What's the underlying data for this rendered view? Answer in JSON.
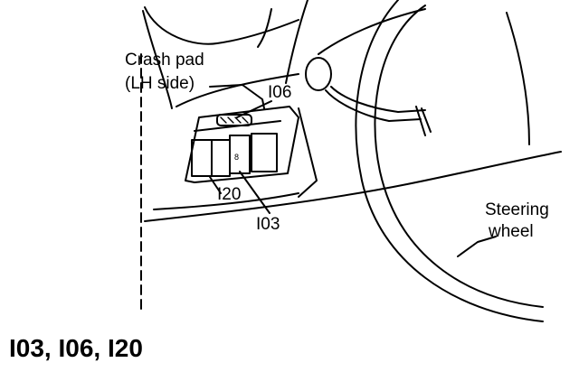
{
  "labels": {
    "crash_pad_line1": "Crash pad",
    "crash_pad_line2": "(LH side)",
    "connector_106": "I06",
    "connector_120": "I20",
    "connector_103": "I03",
    "steering_line1": "Steering",
    "steering_line2": "wheel"
  },
  "title": "I03, I06, I20"
}
